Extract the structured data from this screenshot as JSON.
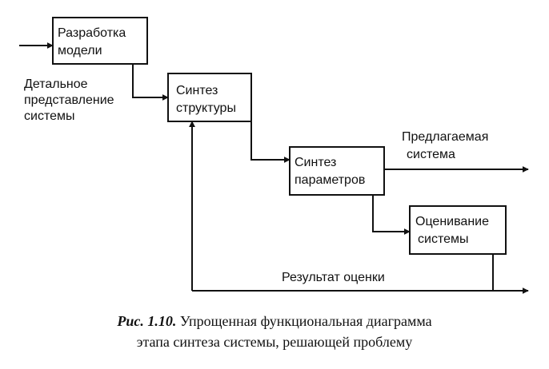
{
  "blocks": {
    "model_dev": [
      "Разработка",
      "модели"
    ],
    "structure_synthesis": [
      "Синтез",
      "структуры"
    ],
    "parameter_synthesis": [
      "Синтез",
      "параметров"
    ],
    "system_evaluation": [
      "Оценивание",
      "системы"
    ]
  },
  "labels": {
    "detailed_repr": [
      "Детальное",
      "представление",
      "системы"
    ],
    "proposed_system": [
      "Предлагаемая",
      "система"
    ],
    "evaluation_result": "Результат оценки"
  },
  "caption": {
    "label": "Рис. 1.10.",
    "line1": "Упрощенная функциональная диаграмма",
    "line2": "этапа синтеза системы, решающей проблему"
  }
}
